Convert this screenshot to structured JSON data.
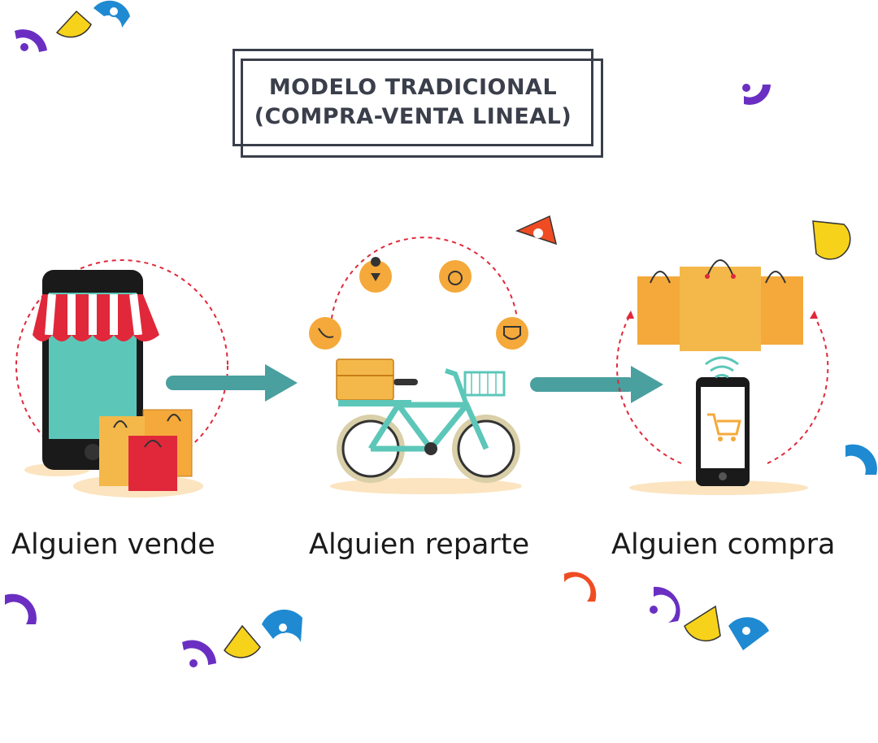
{
  "title": {
    "line1": "MODELO TRADICIONAL",
    "line2": "(COMPRA-VENTA LINEAL)"
  },
  "steps": [
    {
      "label": "Alguien vende",
      "icon": "storefront-phone-icon"
    },
    {
      "label": "Alguien reparte",
      "icon": "delivery-bicycle-icon"
    },
    {
      "label": "Alguien compra",
      "icon": "phone-shopping-cart-icon"
    }
  ],
  "colors": {
    "dark": "#3a3f4b",
    "arrow": "#4a9f9f",
    "dashed": "#e0283a",
    "orange": "#f4a93a",
    "teal": "#5cc7b9",
    "purple": "#6a2fc2",
    "yellow": "#f7d21a",
    "blue": "#1f8ad2",
    "red-orange": "#ef4c23"
  }
}
